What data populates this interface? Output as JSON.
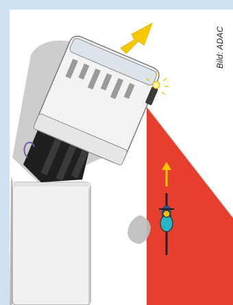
{
  "illustration": {
    "credit": "Bild: ADAC",
    "colors": {
      "background": "#e8f0f8",
      "border": "#cfe2f1",
      "blind_spot": "#e63f2e",
      "arrow": "#f7c800",
      "truck_body": "#f2f2f2",
      "shadow": "#b7b7b7",
      "chassis": "#1d1d1d"
    },
    "icons": [
      "truck",
      "trailer",
      "cyclist",
      "direction-arrow",
      "warning-light",
      "blind-spot-zone"
    ]
  }
}
